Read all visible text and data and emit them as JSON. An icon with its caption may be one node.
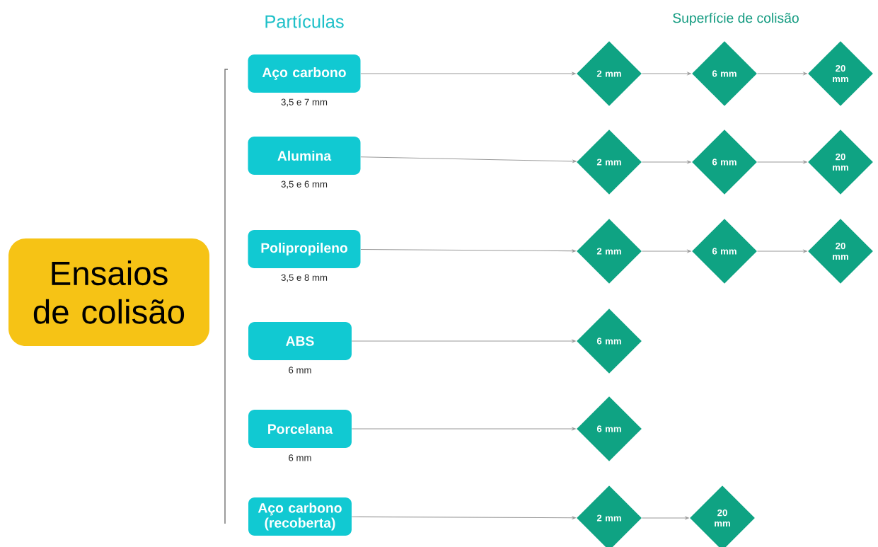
{
  "diagram": {
    "nodes": [
      {
        "text": [
          "Ensaios de colisão"
        ]
      },
      {
        "text": [
          "Aço carbono"
        ],
        "beside": [
          "3,5 e 7 mm"
        ]
      },
      {
        "text": [
          "2 mm"
        ]
      },
      {
        "text": [
          "6 mm"
        ]
      },
      {
        "text": [
          "20 mm"
        ]
      },
      {
        "text": [
          "Alumina"
        ],
        "beside": [
          "3,5 e 6 mm"
        ]
      },
      {
        "text": [
          "2 mm"
        ]
      },
      {
        "text": [
          "6 mm"
        ]
      },
      {
        "text": [
          "20 mm"
        ]
      },
      {
        "text": [
          "Polipropileno"
        ],
        "beside": [
          "3,5 e 8 mm"
        ]
      },
      {
        "text": [
          "2 mm"
        ]
      },
      {
        "text": [
          "6 mm"
        ]
      },
      {
        "text": [
          "20 mm"
        ]
      },
      {
        "text": [
          "ABS"
        ],
        "beside": [
          "6 mm"
        ]
      },
      {
        "text": [
          "6 mm"
        ]
      },
      {
        "text": [
          "Porcelana"
        ],
        "beside": [
          "6 mm"
        ]
      },
      {
        "text": [
          "6 mm"
        ]
      },
      {
        "text": [
          "Aço carbono (recoberta)"
        ]
      },
      {
        "text": [
          "2 mm"
        ]
      },
      {
        "text": [
          "20 mm"
        ]
      }
    ],
    "edges": [
      {
        "from": 1,
        "to": 2,
        "arrow": "to"
      },
      {
        "from": 2,
        "to": 3,
        "arrow": "to"
      },
      {
        "from": 3,
        "to": 4,
        "arrow": "to"
      },
      {
        "from": 5,
        "to": 6,
        "arrow": "to"
      },
      {
        "from": 6,
        "to": 7,
        "arrow": "to"
      },
      {
        "from": 7,
        "to": 8,
        "arrow": "to"
      },
      {
        "from": 9,
        "to": 10,
        "arrow": "to"
      },
      {
        "from": 10,
        "to": 11,
        "arrow": "to"
      },
      {
        "from": 11,
        "to": 12,
        "arrow": "to"
      },
      {
        "from": 13,
        "to": 14,
        "arrow": "to"
      },
      {
        "from": 15,
        "to": 16,
        "arrow": "to"
      },
      {
        "from": 17,
        "to": 18,
        "arrow": "to"
      },
      {
        "from": 18,
        "to": 19,
        "arrow": "to"
      }
    ],
    "labels": [
      "Partículas",
      "Superfície de colisão"
    ]
  }
}
